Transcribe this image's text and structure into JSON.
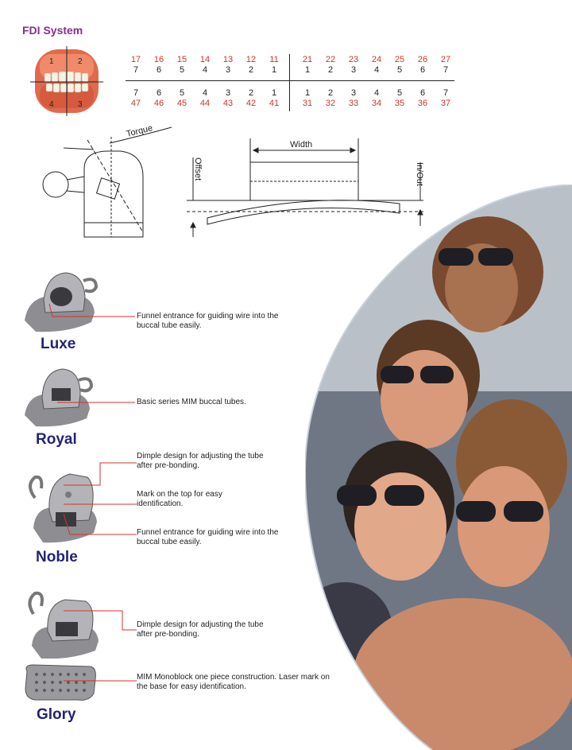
{
  "header": {
    "title": "FDI System"
  },
  "fdi": {
    "upper_red": [
      "17",
      "16",
      "15",
      "14",
      "13",
      "12",
      "11",
      "21",
      "22",
      "23",
      "24",
      "25",
      "26",
      "27"
    ],
    "upper_black": [
      "7",
      "6",
      "5",
      "4",
      "3",
      "2",
      "1",
      "1",
      "2",
      "3",
      "4",
      "5",
      "6",
      "7"
    ],
    "lower_black": [
      "7",
      "6",
      "5",
      "4",
      "3",
      "2",
      "1",
      "1",
      "2",
      "3",
      "4",
      "5",
      "6",
      "7"
    ],
    "lower_red": [
      "47",
      "46",
      "45",
      "44",
      "43",
      "42",
      "41",
      "31",
      "32",
      "33",
      "34",
      "35",
      "36",
      "37"
    ],
    "quadrants": [
      "1",
      "2",
      "4",
      "3"
    ]
  },
  "diagram": {
    "torque": "Torque",
    "width": "Width",
    "offset": "Offset",
    "in_out": "In/Out"
  },
  "products": [
    {
      "name": "Luxe",
      "desc": [
        "Funnel entrance for guiding wire into the buccal tube easily."
      ]
    },
    {
      "name": "Royal",
      "desc": [
        "Basic series MIM buccal tubes."
      ]
    },
    {
      "name": "Noble",
      "desc": [
        "Dimple design for adjusting the tube after pre-bonding.",
        "Mark on the top for easy identification.",
        "Funnel entrance for guiding wire into the buccal tube easily."
      ]
    },
    {
      "name": "Glory",
      "desc": [
        "Dimple design for adjusting the tube after pre-bonding.",
        "MIM Monoblock one piece construction. Laser mark on the base for easy identification."
      ]
    }
  ],
  "colors": {
    "title": "#8a2d8f",
    "red_numbers": "#d0342c",
    "product_names": "#23237a",
    "leader_lines": "#d0342c"
  }
}
